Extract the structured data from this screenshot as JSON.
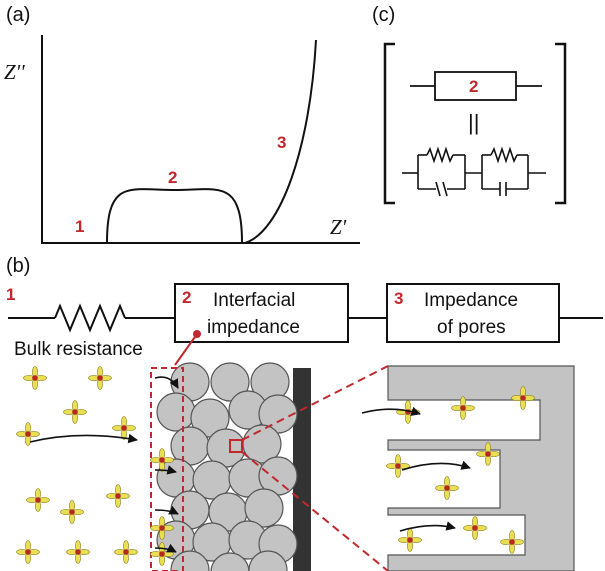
{
  "panel_a": {
    "label": "(a)",
    "y_axis_label": "Z''",
    "x_axis_label": "Z'",
    "region_labels": [
      "1",
      "2",
      "3"
    ]
  },
  "panel_b": {
    "label": "(b)",
    "elements": [
      {
        "number": "1",
        "text": "Bulk resistance"
      },
      {
        "number": "2",
        "line1": "Interfacial",
        "line2": "impedance"
      },
      {
        "number": "3",
        "line1": "Impedance",
        "line2": "of pores"
      }
    ]
  },
  "panel_c": {
    "label": "(c)",
    "box_number": "2",
    "equals": "||"
  },
  "colors": {
    "accent_red": "#c0282d",
    "particle_gray": "#c3c3c3",
    "electrode_dark": "#333333",
    "ion_yellow": "#e8df55",
    "ion_red": "#b52a1e"
  }
}
